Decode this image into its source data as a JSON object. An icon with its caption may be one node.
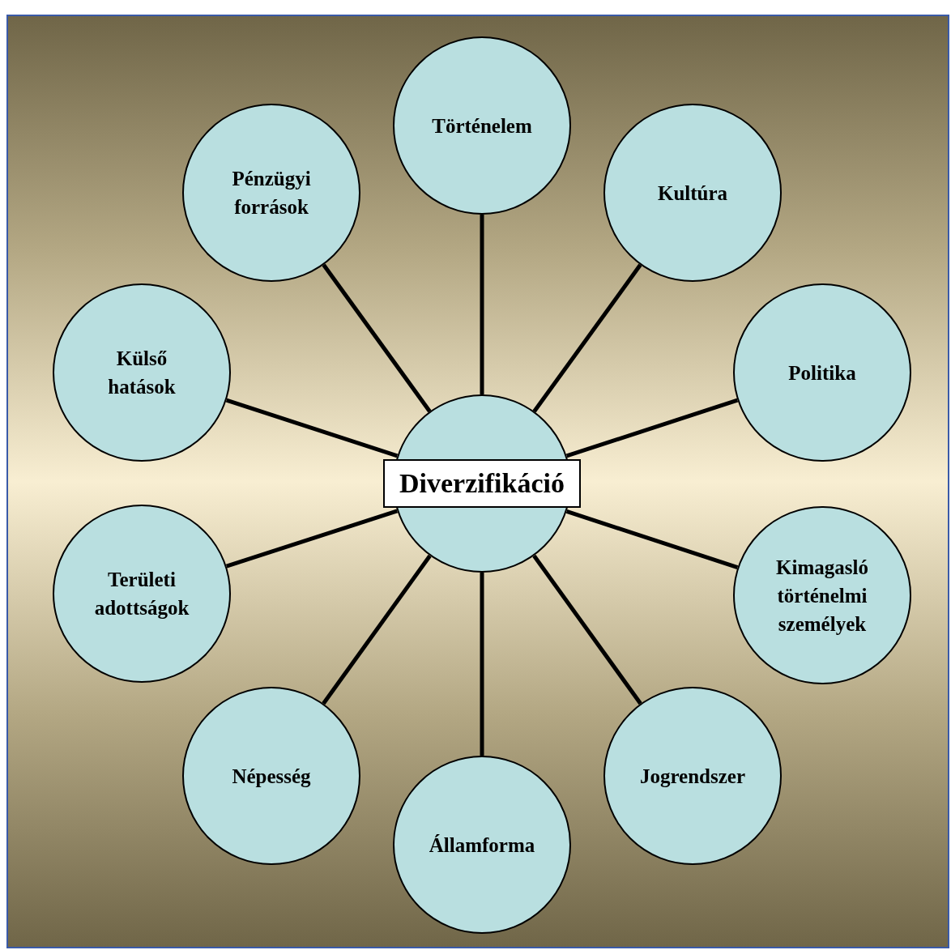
{
  "diagram": {
    "nodes": [
      {
        "text": [
          "Diverzifikáció"
        ]
      },
      {
        "text": [
          "Történelem"
        ]
      },
      {
        "text": [
          "Kultúra"
        ]
      },
      {
        "text": [
          "Politika"
        ]
      },
      {
        "text": [
          "Kimagasló történelmi személyek"
        ]
      },
      {
        "text": [
          "Jogrendszer"
        ]
      },
      {
        "text": [
          "Államforma"
        ]
      },
      {
        "text": [
          "Népesség"
        ]
      },
      {
        "text": [
          "Területi adottságok"
        ]
      },
      {
        "text": [
          "Külső hatások"
        ]
      },
      {
        "text": [
          "Pénzügyi források"
        ]
      }
    ],
    "edges": [
      {
        "from": 0,
        "to": 1,
        "arrow": "none"
      },
      {
        "from": 0,
        "to": 2,
        "arrow": "none"
      },
      {
        "from": 0,
        "to": 3,
        "arrow": "none"
      },
      {
        "from": 0,
        "to": 4,
        "arrow": "none"
      },
      {
        "from": 0,
        "to": 5,
        "arrow": "none"
      },
      {
        "from": 0,
        "to": 6,
        "arrow": "none"
      },
      {
        "from": 0,
        "to": 7,
        "arrow": "none"
      },
      {
        "from": 0,
        "to": 8,
        "arrow": "none"
      },
      {
        "from": 0,
        "to": 9,
        "arrow": "none"
      },
      {
        "from": 0,
        "to": 10,
        "arrow": "none"
      }
    ]
  }
}
